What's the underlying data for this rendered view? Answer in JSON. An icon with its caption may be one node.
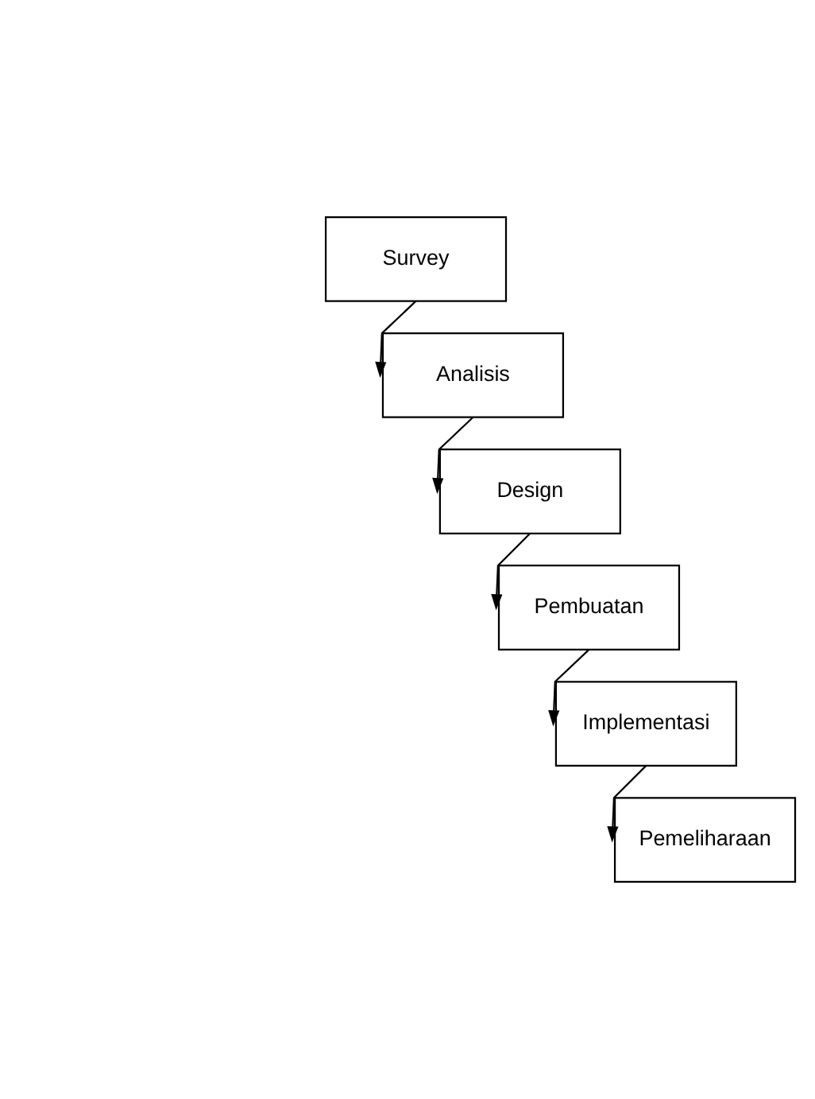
{
  "diagram": {
    "nodes": [
      {
        "text": [
          "Survey"
        ]
      },
      {
        "text": [
          "Analisis"
        ]
      },
      {
        "text": [
          "Design"
        ]
      },
      {
        "text": [
          "Pembuatan"
        ]
      },
      {
        "text": [
          "Implementasi"
        ]
      },
      {
        "text": [
          "Pemeliharaan"
        ]
      }
    ],
    "edges": [
      {
        "from": 0,
        "to": 1,
        "arrow": "to"
      },
      {
        "from": 1,
        "to": 2,
        "arrow": "to"
      },
      {
        "from": 2,
        "to": 3,
        "arrow": "to"
      },
      {
        "from": 3,
        "to": 4,
        "arrow": "to"
      },
      {
        "from": 4,
        "to": 5,
        "arrow": "to"
      }
    ]
  }
}
